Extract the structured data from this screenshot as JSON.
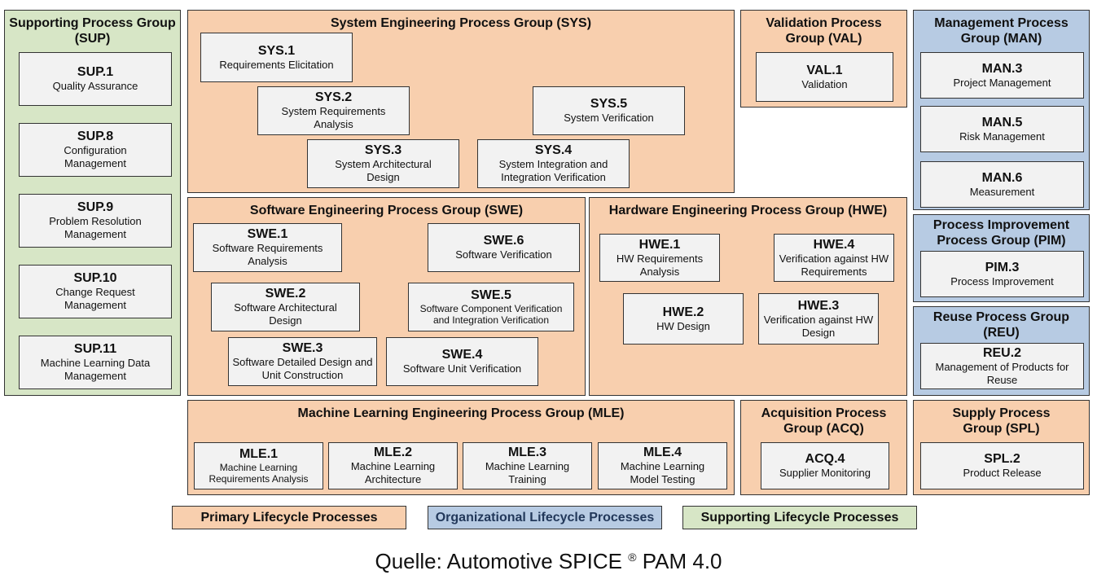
{
  "groups": {
    "sup": {
      "title": "Supporting Process Group (SUP)",
      "processes": [
        {
          "code": "SUP.1",
          "name": "Quality Assurance"
        },
        {
          "code": "SUP.8",
          "name": "Configuration Management"
        },
        {
          "code": "SUP.9",
          "name": "Problem Resolution Management"
        },
        {
          "code": "SUP.10",
          "name": "Change Request Management"
        },
        {
          "code": "SUP.11",
          "name": "Machine Learning Data Management"
        }
      ]
    },
    "sys": {
      "title": "System Engineering Process Group (SYS)",
      "processes": [
        {
          "code": "SYS.1",
          "name": "Requirements Elicitation"
        },
        {
          "code": "SYS.2",
          "name": "System Requirements Analysis"
        },
        {
          "code": "SYS.3",
          "name": "System Architectural Design"
        },
        {
          "code": "SYS.4",
          "name": "System Integration and Integration Verification"
        },
        {
          "code": "SYS.5",
          "name": "System Verification"
        }
      ]
    },
    "val": {
      "title": "Validation Process Group (VAL)",
      "processes": [
        {
          "code": "VAL.1",
          "name": "Validation"
        }
      ]
    },
    "man": {
      "title": "Management Process Group (MAN)",
      "processes": [
        {
          "code": "MAN.3",
          "name": "Project Management"
        },
        {
          "code": "MAN.5",
          "name": "Risk Management"
        },
        {
          "code": "MAN.6",
          "name": "Measurement"
        }
      ]
    },
    "swe": {
      "title": "Software Engineering Process Group (SWE)",
      "processes": [
        {
          "code": "SWE.1",
          "name": "Software Requirements Analysis"
        },
        {
          "code": "SWE.2",
          "name": "Software Architectural Design"
        },
        {
          "code": "SWE.3",
          "name": "Software Detailed Design and Unit Construction"
        },
        {
          "code": "SWE.4",
          "name": "Software Unit Verification"
        },
        {
          "code": "SWE.5",
          "name": "Software Component Verification and Integration Verification"
        },
        {
          "code": "SWE.6",
          "name": "Software Verification"
        }
      ]
    },
    "hwe": {
      "title": "Hardware Engineering Process Group (HWE)",
      "processes": [
        {
          "code": "HWE.1",
          "name": "HW Requirements Analysis"
        },
        {
          "code": "HWE.2",
          "name": "HW Design"
        },
        {
          "code": "HWE.3",
          "name": "Verification against HW Design"
        },
        {
          "code": "HWE.4",
          "name": "Verification against HW Requirements"
        }
      ]
    },
    "pim": {
      "title": "Process Improvement Process Group (PIM)",
      "processes": [
        {
          "code": "PIM.3",
          "name": "Process Improvement"
        }
      ]
    },
    "reu": {
      "title": "Reuse Process Group (REU)",
      "processes": [
        {
          "code": "REU.2",
          "name": "Management of Products for Reuse"
        }
      ]
    },
    "mle": {
      "title": "Machine Learning Engineering Process Group (MLE)",
      "processes": [
        {
          "code": "MLE.1",
          "name": "Machine Learning Requirements Analysis"
        },
        {
          "code": "MLE.2",
          "name": "Machine Learning Architecture"
        },
        {
          "code": "MLE.3",
          "name": "Machine Learning Training"
        },
        {
          "code": "MLE.4",
          "name": "Machine Learning Model Testing"
        }
      ]
    },
    "acq": {
      "title": "Acquisition Process Group (ACQ)",
      "processes": [
        {
          "code": "ACQ.4",
          "name": "Supplier Monitoring"
        }
      ]
    },
    "spl": {
      "title": "Supply Process Group (SPL)",
      "processes": [
        {
          "code": "SPL.2",
          "name": "Product Release"
        }
      ]
    }
  },
  "legend": {
    "primary": "Primary Lifecycle Processes",
    "organizational": "Organizational Lifecycle Processes",
    "supporting": "Supporting Lifecycle Processes"
  },
  "source": {
    "text": "Quelle: Automotive SPICE",
    "mark": "®",
    "suffix": " PAM 4.0"
  },
  "colors": {
    "primary": "#f8cfae",
    "organizational": "#b7cbe3",
    "supporting": "#d7e6c6",
    "process_box": "#f2f2f2"
  }
}
